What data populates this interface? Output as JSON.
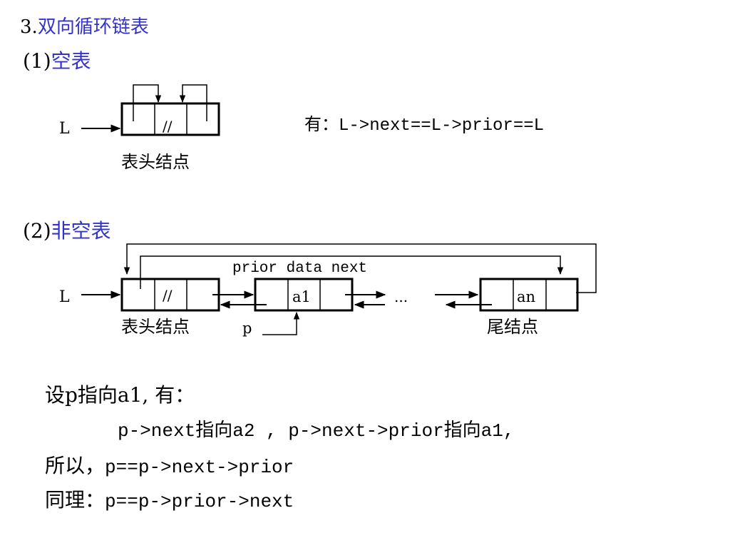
{
  "section": {
    "num": "3.",
    "title": "双向循环链表"
  },
  "empty": {
    "num": "(1)",
    "title": "空表",
    "L_label": "L",
    "null_mark": "//",
    "head_caption": "表头结点",
    "relation": "有：L->next==L->prior==L"
  },
  "nonempty": {
    "num": "(2)",
    "title": "非空表",
    "L_label": "L",
    "field_caption": "prior data next",
    "null_mark": "//",
    "node1_data": "a1",
    "ellipsis": "...",
    "tail_data": "an",
    "head_caption": "表头结点",
    "p_label": "p",
    "tail_caption": "尾结点"
  },
  "explain": {
    "line1": "设p指向a1, 有：",
    "line2": "p->next指向a2 , p->next->prior指向a1,",
    "line3_prefix": "所以，",
    "line3_code": "p==p->next->prior",
    "line4_prefix": "同理：",
    "line4_code": "p==p->prior->next"
  },
  "colors": {
    "title": "#3333cc",
    "text": "#000000"
  }
}
